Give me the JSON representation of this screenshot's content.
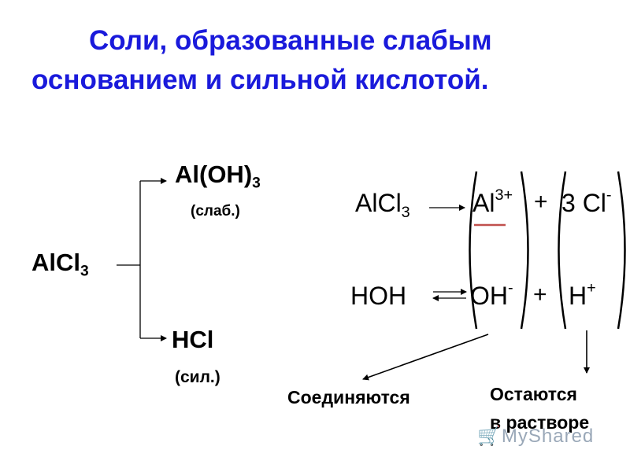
{
  "title": {
    "line1": "Соли, образованные слабым",
    "line2": "основанием и сильной кислотой."
  },
  "left": {
    "salt": {
      "base": "AlCl",
      "sub": "3"
    },
    "base": {
      "base": "Al(OH)",
      "sub": "3"
    },
    "base_note": "(слаб.)",
    "acid": "HCl",
    "acid_note": "(сил.)"
  },
  "right": {
    "salt": {
      "base": "AlCl",
      "sub": "3"
    },
    "cation": {
      "base": "Al",
      "sup": "3+"
    },
    "plus1": "+",
    "anion": {
      "base": "3 Cl",
      "sup": "-"
    },
    "water": "HOH",
    "hydroxide": {
      "base": "OH",
      "sup": "-"
    },
    "plus2": "+",
    "proton": {
      "base": "H",
      "sup": "+"
    }
  },
  "labels": {
    "combine": "Соединяются",
    "remain_line1": "Остаются",
    "remain_line2": "в растворе"
  },
  "colors": {
    "title": "#1a1adb",
    "underline": "#c0504d",
    "watermark": "#9aa8b8"
  },
  "watermark": "MyShared"
}
